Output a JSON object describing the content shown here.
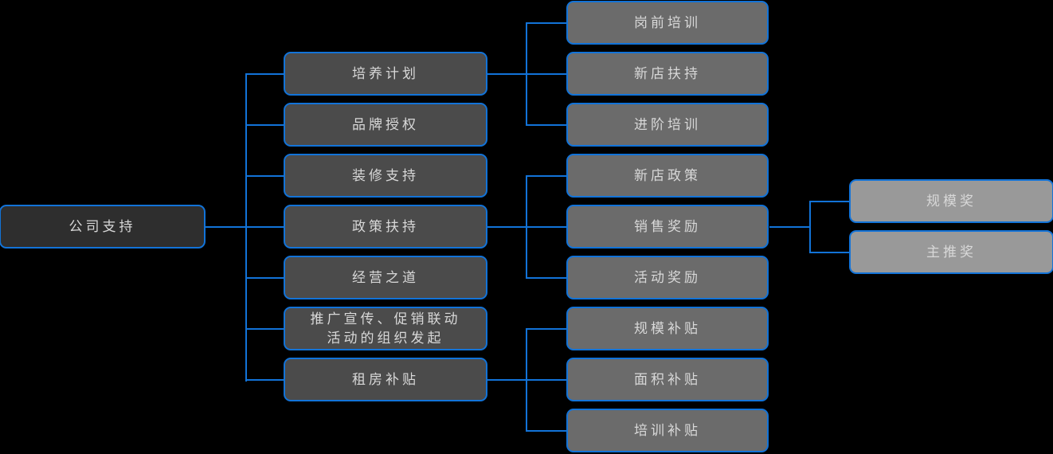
{
  "diagram": {
    "type": "org-tree",
    "title": "公司支持",
    "orientation": "left-to-right",
    "background_color": "#000000",
    "connector_color": "#1273d8",
    "border_color": "#1273d8",
    "text_color": "#d8d8d8",
    "level_fill_colors": [
      "#2e2e2e",
      "#4b4b4b",
      "#6b6b6b",
      "#999999"
    ],
    "nodes": {
      "root": {
        "label": "公司支持"
      },
      "level1": [
        {
          "label": "培养计划"
        },
        {
          "label": "品牌授权"
        },
        {
          "label": "装修支持"
        },
        {
          "label": "政策扶持"
        },
        {
          "label": "经营之道"
        },
        {
          "label": "推广宣传、促销联动\n活动的组织发起"
        },
        {
          "label": "租房补贴"
        }
      ],
      "level2_group_training": [
        {
          "label": "岗前培训"
        },
        {
          "label": "新店扶持"
        },
        {
          "label": "进阶培训"
        }
      ],
      "level2_group_policy": [
        {
          "label": "新店政策"
        },
        {
          "label": "销售奖励"
        },
        {
          "label": "活动奖励"
        }
      ],
      "level2_group_subsidy": [
        {
          "label": "规模补贴"
        },
        {
          "label": "面积补贴"
        },
        {
          "label": "培训补贴"
        }
      ],
      "level3_group_sales_award": [
        {
          "label": "规模奖"
        },
        {
          "label": "主推奖"
        }
      ]
    }
  }
}
